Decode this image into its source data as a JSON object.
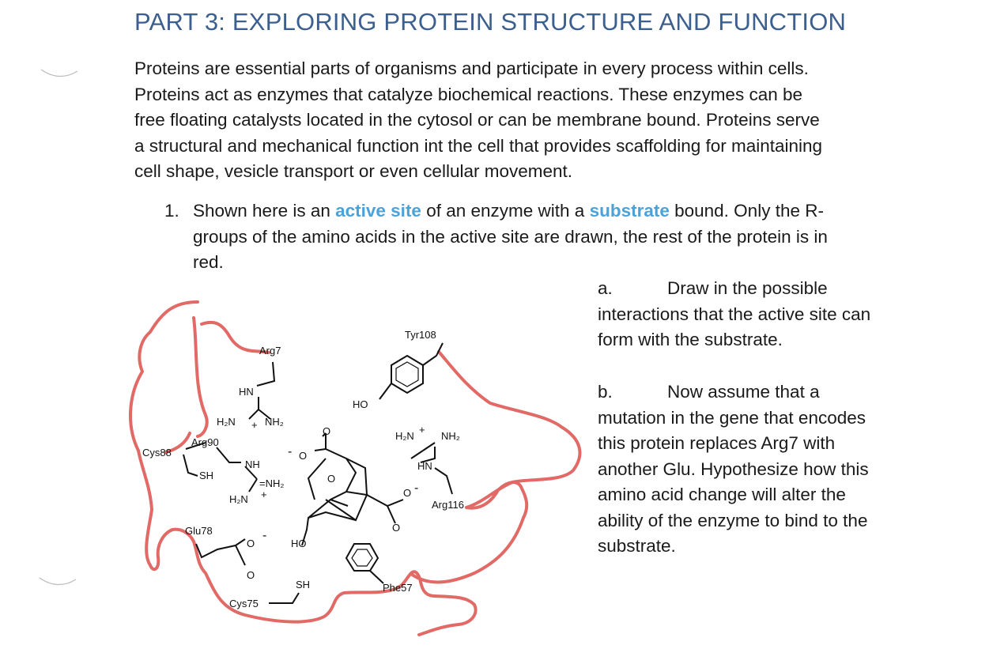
{
  "title": "PART 3: EXPLORING PROTEIN STRUCTURE AND FUNCTION",
  "intro": {
    "lines": [
      "Proteins are essential parts of organisms and participate in every process within cells.",
      "Proteins act as enzymes that catalyze biochemical reactions. These enzymes can be",
      "free floating catalysts located in the cytosol or can be membrane bound. Proteins serve",
      "a structural and mechanical function int the cell that provides scaffolding for maintaining",
      "cell shape, vesicle transport or even cellular movement."
    ]
  },
  "question1": {
    "number": "1.",
    "line1_a": "Shown here is an ",
    "line1_hl1": "active site",
    "line1_b": " of an enzyme with a ",
    "line1_hl2": "substrate",
    "line1_c": " bound. Only the R-",
    "line2": "groups of the amino acids in the active site are drawn, the rest of the protein is in",
    "line3": "red.",
    "highlight_color": "#4aa2d9"
  },
  "part_a": {
    "marker": "a.",
    "lines": [
      "Draw in the possible",
      "interactions that the active site can",
      "form with the substrate."
    ]
  },
  "part_b": {
    "marker": "b.",
    "lines": [
      "Now assume that a",
      "mutation in the gene that encodes",
      "this protein replaces Arg7 with",
      "another Glu. Hypothesize how this",
      "amino acid change will alter the",
      "ability of the enzyme to bind to the",
      "substrate."
    ]
  },
  "figure": {
    "protein_color": "#e26a66",
    "labels": {
      "arg7": "Arg7",
      "tyr108": "Tyr108",
      "arg90": "Arg90",
      "cys88": "Cys88",
      "arg116": "Arg116",
      "glu78": "Glu78",
      "cys75": "Cys75",
      "phe57": "Phe57",
      "hn": "HN",
      "ho_tyr": "HO",
      "h2n_left": "H₂N",
      "plus": "+",
      "nh2": "NH₂",
      "h2n_right": "H₂N",
      "nh2_right": "NH₂",
      "hn_right": "HN",
      "nh_left": "NH",
      "nh2_left": "=NH₂",
      "h2n_lower": "H₂N",
      "sh_left": "SH",
      "sh_bottom": "SH",
      "o": "O",
      "minus": "-",
      "ho_sub": "HO"
    }
  }
}
